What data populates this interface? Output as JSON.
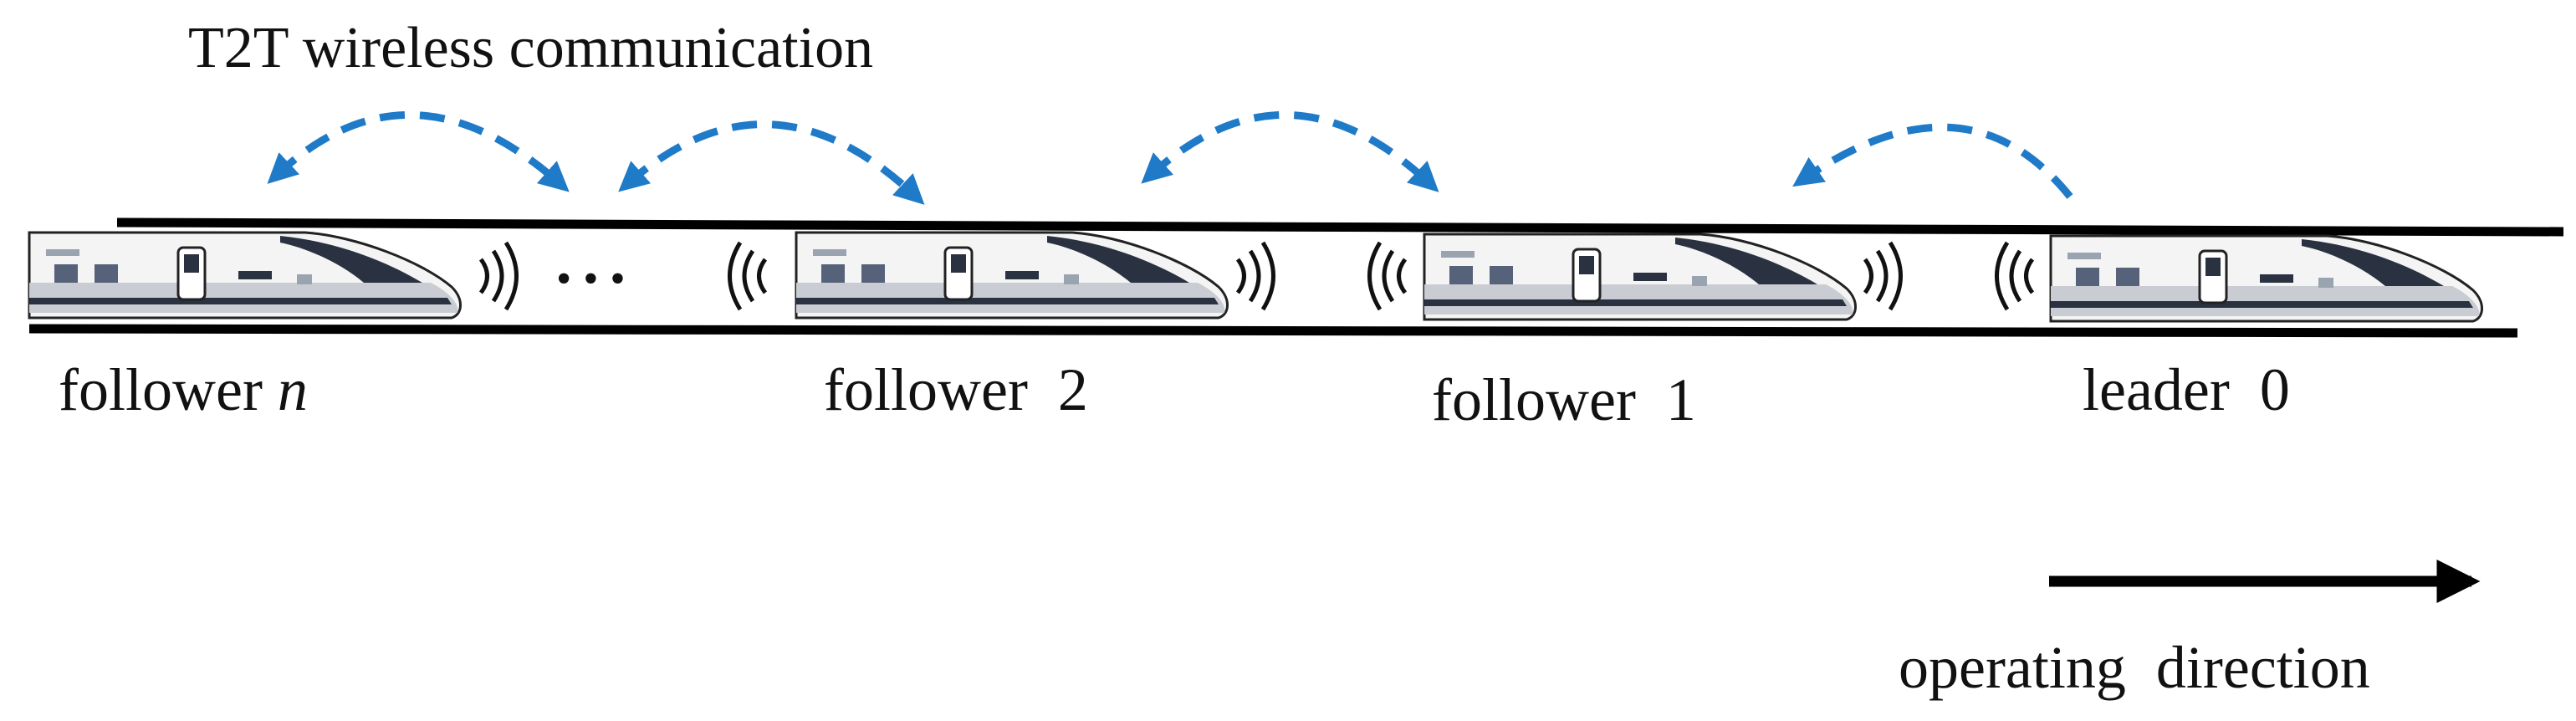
{
  "title": "T2T wireless communication",
  "trains": [
    {
      "label": "follower ",
      "label_var": "n"
    },
    {
      "label": "follower  2",
      "label_var": ""
    },
    {
      "label": "follower  1",
      "label_var": ""
    },
    {
      "label": "leader  0",
      "label_var": ""
    }
  ],
  "ellipsis": "•••",
  "direction_label": "operating  direction",
  "colors": {
    "arrow": "#1f7ac8",
    "track": "#000000",
    "train_body": "#f2f2f2",
    "train_stripe": "#2a3140"
  }
}
